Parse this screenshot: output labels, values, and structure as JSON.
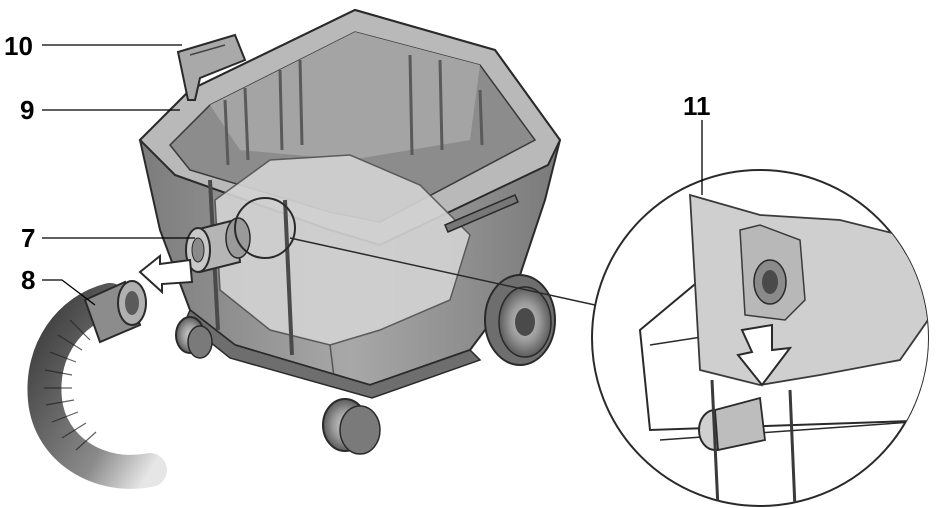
{
  "callouts": {
    "c10": "10",
    "c9": "9",
    "c7": "7",
    "c8": "8",
    "c11": "11"
  },
  "colors": {
    "tank_fill": "#9a9a9a",
    "tank_dark": "#6e6e6e",
    "tank_light": "#c4c4c4",
    "bag_fill": "#d2d2d2",
    "outline": "#2a2a2a",
    "background": "#ffffff"
  }
}
